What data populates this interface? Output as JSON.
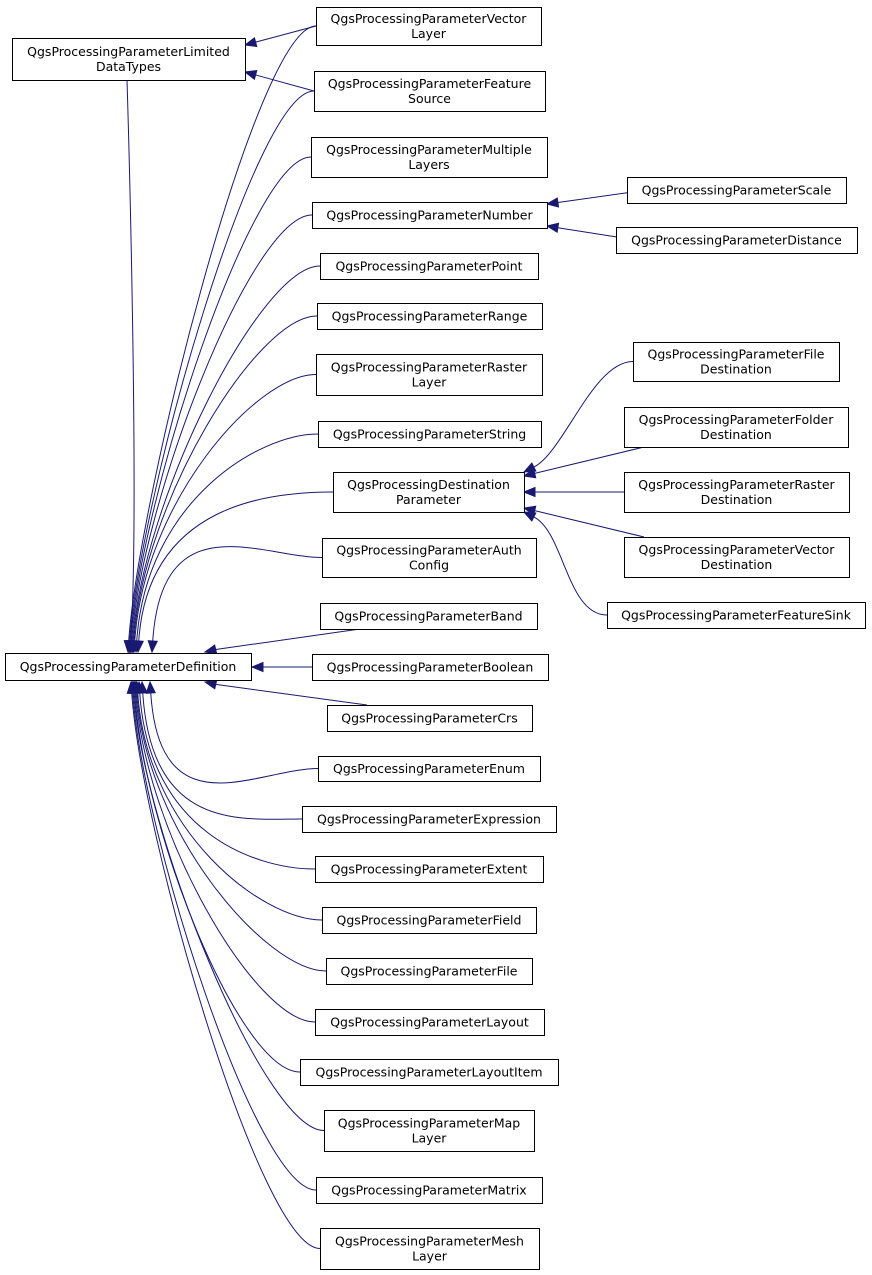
{
  "graph": {
    "nodes": [
      {
        "id": "def",
        "lines": [
          "QgsProcessingParameterDefinition"
        ]
      },
      {
        "id": "limited",
        "lines": [
          "QgsProcessingParameterLimited",
          "DataTypes"
        ]
      },
      {
        "id": "vectorlayer",
        "lines": [
          "QgsProcessingParameterVector",
          "Layer"
        ]
      },
      {
        "id": "featuresource",
        "lines": [
          "QgsProcessingParameterFeature",
          "Source"
        ]
      },
      {
        "id": "multiplelayers",
        "lines": [
          "QgsProcessingParameterMultiple",
          "Layers"
        ]
      },
      {
        "id": "number",
        "lines": [
          "QgsProcessingParameterNumber"
        ]
      },
      {
        "id": "scale",
        "lines": [
          "QgsProcessingParameterScale"
        ]
      },
      {
        "id": "distance",
        "lines": [
          "QgsProcessingParameterDistance"
        ]
      },
      {
        "id": "point",
        "lines": [
          "QgsProcessingParameterPoint"
        ]
      },
      {
        "id": "range",
        "lines": [
          "QgsProcessingParameterRange"
        ]
      },
      {
        "id": "rasterlayer",
        "lines": [
          "QgsProcessingParameterRaster",
          "Layer"
        ]
      },
      {
        "id": "string",
        "lines": [
          "QgsProcessingParameterString"
        ]
      },
      {
        "id": "destination",
        "lines": [
          "QgsProcessingDestination",
          "Parameter"
        ]
      },
      {
        "id": "filedest",
        "lines": [
          "QgsProcessingParameterFile",
          "Destination"
        ]
      },
      {
        "id": "folderdest",
        "lines": [
          "QgsProcessingParameterFolder",
          "Destination"
        ]
      },
      {
        "id": "rasterdest",
        "lines": [
          "QgsProcessingParameterRaster",
          "Destination"
        ]
      },
      {
        "id": "vectordest",
        "lines": [
          "QgsProcessingParameterVector",
          "Destination"
        ]
      },
      {
        "id": "featuresink",
        "lines": [
          "QgsProcessingParameterFeatureSink"
        ]
      },
      {
        "id": "authconfig",
        "lines": [
          "QgsProcessingParameterAuth",
          "Config"
        ]
      },
      {
        "id": "band",
        "lines": [
          "QgsProcessingParameterBand"
        ]
      },
      {
        "id": "boolean",
        "lines": [
          "QgsProcessingParameterBoolean"
        ]
      },
      {
        "id": "crs",
        "lines": [
          "QgsProcessingParameterCrs"
        ]
      },
      {
        "id": "enum",
        "lines": [
          "QgsProcessingParameterEnum"
        ]
      },
      {
        "id": "expression",
        "lines": [
          "QgsProcessingParameterExpression"
        ]
      },
      {
        "id": "extent",
        "lines": [
          "QgsProcessingParameterExtent"
        ]
      },
      {
        "id": "field",
        "lines": [
          "QgsProcessingParameterField"
        ]
      },
      {
        "id": "file",
        "lines": [
          "QgsProcessingParameterFile"
        ]
      },
      {
        "id": "layout",
        "lines": [
          "QgsProcessingParameterLayout"
        ]
      },
      {
        "id": "layoutitem",
        "lines": [
          "QgsProcessingParameterLayoutItem"
        ]
      },
      {
        "id": "maplayer",
        "lines": [
          "QgsProcessingParameterMap",
          "Layer"
        ]
      },
      {
        "id": "matrix",
        "lines": [
          "QgsProcessingParameterMatrix"
        ]
      },
      {
        "id": "meshlayer",
        "lines": [
          "QgsProcessingParameterMesh",
          "Layer"
        ]
      }
    ],
    "edges": [
      {
        "from": "vectorlayer",
        "to": "limited"
      },
      {
        "from": "featuresource",
        "to": "limited"
      },
      {
        "from": "limited",
        "to": "def"
      },
      {
        "from": "vectorlayer",
        "to": "def"
      },
      {
        "from": "featuresource",
        "to": "def"
      },
      {
        "from": "multiplelayers",
        "to": "def"
      },
      {
        "from": "number",
        "to": "def"
      },
      {
        "from": "scale",
        "to": "number"
      },
      {
        "from": "distance",
        "to": "number"
      },
      {
        "from": "point",
        "to": "def"
      },
      {
        "from": "range",
        "to": "def"
      },
      {
        "from": "rasterlayer",
        "to": "def"
      },
      {
        "from": "string",
        "to": "def"
      },
      {
        "from": "destination",
        "to": "def"
      },
      {
        "from": "filedest",
        "to": "destination"
      },
      {
        "from": "folderdest",
        "to": "destination"
      },
      {
        "from": "rasterdest",
        "to": "destination"
      },
      {
        "from": "vectordest",
        "to": "destination"
      },
      {
        "from": "featuresink",
        "to": "destination"
      },
      {
        "from": "authconfig",
        "to": "def"
      },
      {
        "from": "band",
        "to": "def"
      },
      {
        "from": "boolean",
        "to": "def"
      },
      {
        "from": "crs",
        "to": "def"
      },
      {
        "from": "enum",
        "to": "def"
      },
      {
        "from": "expression",
        "to": "def"
      },
      {
        "from": "extent",
        "to": "def"
      },
      {
        "from": "field",
        "to": "def"
      },
      {
        "from": "file",
        "to": "def"
      },
      {
        "from": "layout",
        "to": "def"
      },
      {
        "from": "layoutitem",
        "to": "def"
      },
      {
        "from": "maplayer",
        "to": "def"
      },
      {
        "from": "matrix",
        "to": "def"
      },
      {
        "from": "meshlayer",
        "to": "def"
      }
    ],
    "colors": {
      "edge": "#191970",
      "border": "#000000",
      "fill": "#ffffff",
      "text": "#000000"
    }
  }
}
